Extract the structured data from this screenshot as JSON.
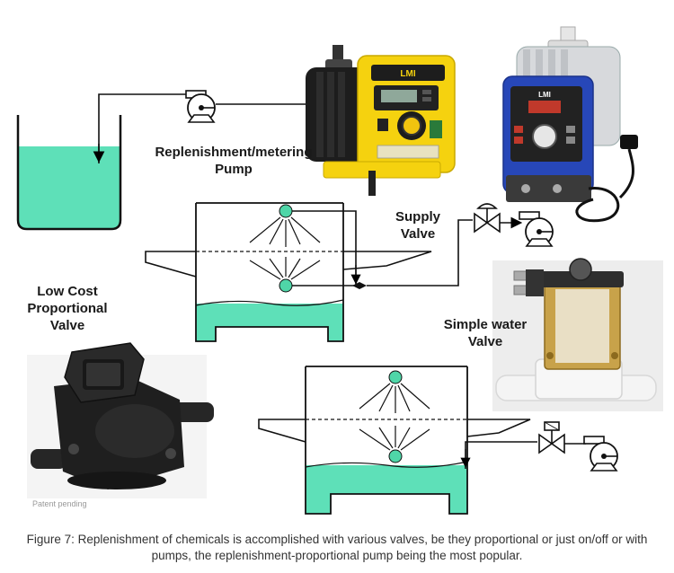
{
  "labels": {
    "replenishment_pump": [
      "Replenishment/metering",
      "Pump"
    ],
    "supply_valve": [
      "Supply",
      "Valve"
    ],
    "low_cost_valve": [
      "Low Cost",
      "Proportional",
      "Valve"
    ],
    "simple_water_valve": [
      "Simple water",
      "Valve"
    ]
  },
  "lmi_pump": {
    "brand": "LMI"
  },
  "blue_pump": {
    "brand": "LMI"
  },
  "patent_note": "Patent pending",
  "caption": "Figure 7: Replenishment of chemicals is accomplished with various valves, be they proportional or just on/off or with pumps, the replenishment-proportional pump being the most popular.",
  "colors": {
    "liquid": "#5ee0b8",
    "lmi_yellow": "#f5d20f",
    "blue_pump": "#2747b8"
  }
}
